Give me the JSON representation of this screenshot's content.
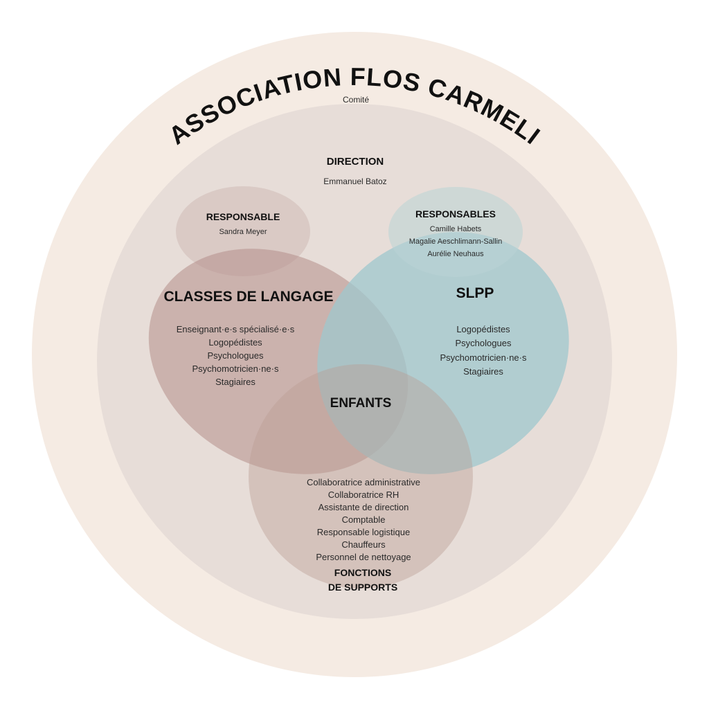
{
  "title": "ASSOCIATION FLOS CARMELI",
  "subtitle": "Comité",
  "direction": {
    "label": "DIRECTION",
    "name": "Emmanuel Batoz"
  },
  "responsable_left": {
    "label": "RESPONSABLE",
    "names": [
      "Sandra Meyer"
    ]
  },
  "responsables_right": {
    "label": "RESPONSABLES",
    "names": [
      "Camille Habets",
      "Magalie Aeschlimann-Sallin",
      "Aurélie Neuhaus"
    ]
  },
  "classes": {
    "label": "CLASSES DE LANGAGE",
    "items": [
      "Enseignant·e·s spécialisé·e·s",
      "Logopédistes",
      "Psychologues",
      "Psychomotricien·ne·s",
      "Stagiaires"
    ]
  },
  "slpp": {
    "label": "SLPP",
    "items": [
      "Logopédistes",
      "Psychologues",
      "Psychomotricien·ne·s",
      "Stagiaires"
    ]
  },
  "center": {
    "label": "ENFANTS"
  },
  "supports": {
    "label_line1": "FONCTIONS",
    "label_line2": "DE SUPPORTS",
    "items": [
      "Collaboratrice administrative",
      "Collaboratrice RH",
      "Assistante de direction",
      "Comptable",
      "Responsable logistique",
      "Chauffeurs",
      "Personnel de nettoyage"
    ]
  },
  "colors": {
    "outer": "#f5ebe3",
    "inner": "#e7ddd8",
    "classes": "#b48e8a",
    "slpp": "#9fc7ce",
    "supports": "#b89a92"
  }
}
